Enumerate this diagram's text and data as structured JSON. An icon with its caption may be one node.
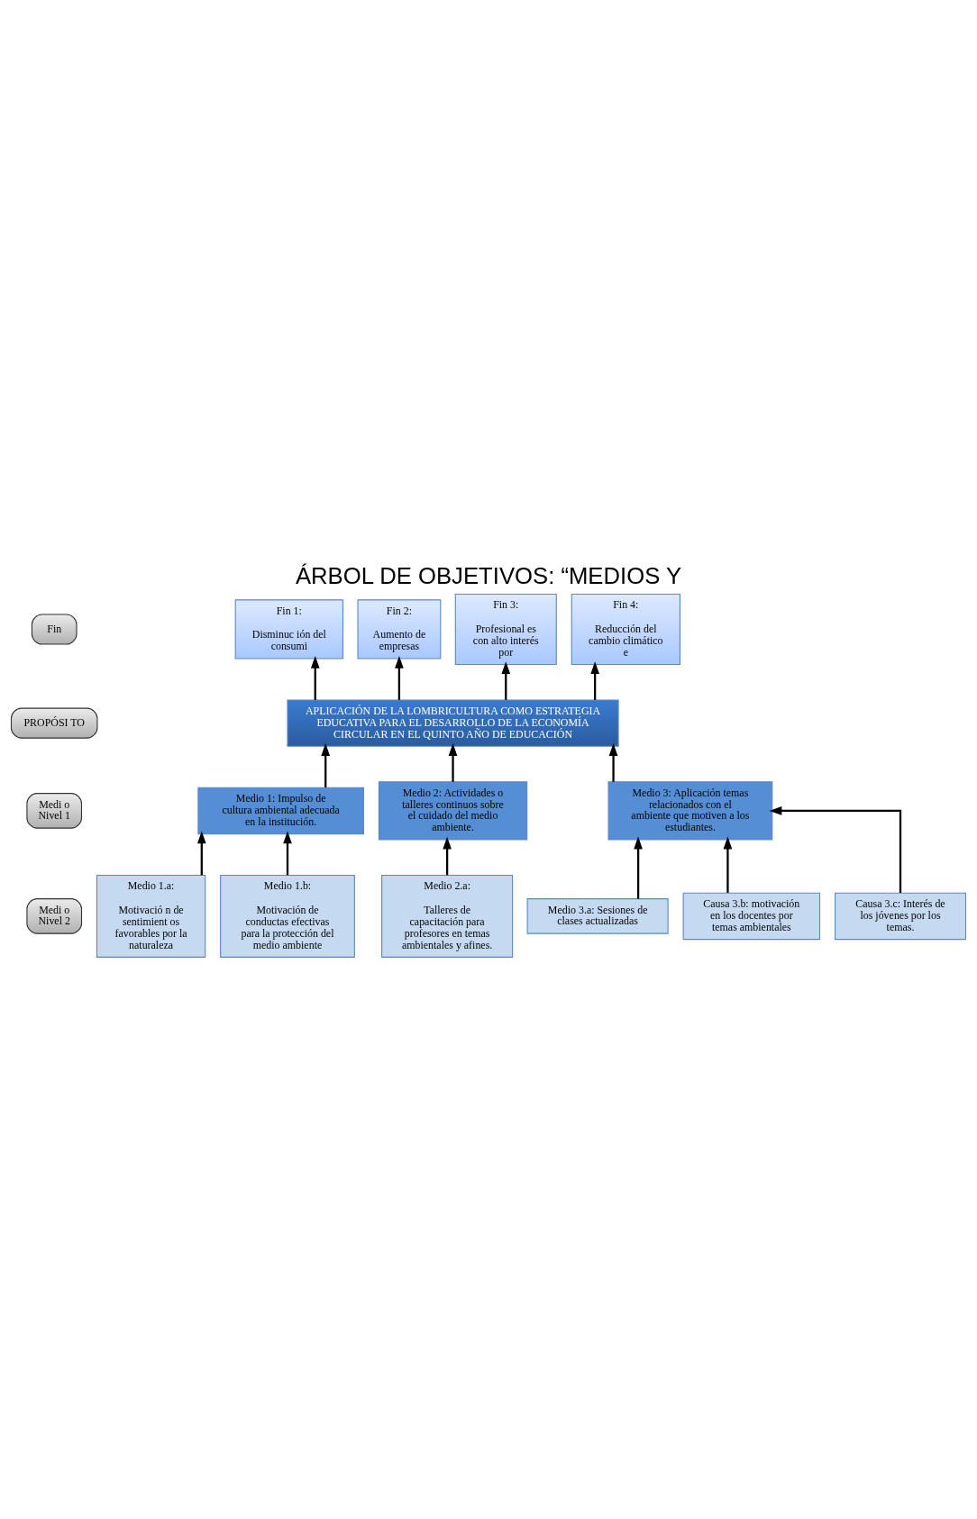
{
  "diagram": {
    "title": "ÁRBOL DE OBJETIVOS: “MEDIOS Y",
    "nodes": [
      {
        "text": [
          "Fin"
        ]
      },
      {
        "text": [
          "Fin 1:",
          "Disminuc ión del consumi"
        ]
      },
      {
        "text": [
          "Fin 2:",
          "Aumento de empresas"
        ]
      },
      {
        "text": [
          "Fin 3:",
          "Profesional es con alto interés por"
        ]
      },
      {
        "text": [
          "Fin 4:",
          "Reducción del cambio climático e"
        ]
      },
      {
        "text": [
          "PROPÓSI TO"
        ]
      },
      {
        "text": [
          "APLICACIÓN DE LA LOMBRICULTURA COMO ESTRATEGIA EDUCATIVA PARA EL DESARROLLO DE LA ECONOMÍA CIRCULAR EN EL QUINTO AÑO DE EDUCACIÓN"
        ]
      },
      {
        "text": [
          "Medi o Nivel 1"
        ]
      },
      {
        "text": [
          "Medio 1: Impulso de cultura ambiental adecuada en la institución."
        ]
      },
      {
        "text": [
          "Medio 2: Actividades o talleres continuos sobre el cuidado del medio ambiente."
        ]
      },
      {
        "text": [
          "Medio 3: Aplicación temas relacionados con el ambiente que motiven a los estudiantes."
        ]
      },
      {
        "text": [
          "Medi o Nivel 2"
        ]
      },
      {
        "text": [
          "Medio 1.a:",
          "Motivació n de sentimient os favorables por la naturaleza"
        ]
      },
      {
        "text": [
          "Medio 1.b:",
          "Motivación de conductas efectivas para la protección del medio ambiente"
        ]
      },
      {
        "text": [
          "Medio 2.a:",
          "Talleres de capacitación para profesores en temas ambientales y afines."
        ]
      },
      {
        "text": [
          "Medio 3.a: Sesiones de clases actualizadas"
        ]
      },
      {
        "text": [
          "Causa 3.b: motivación en los docentes por temas ambientales"
        ]
      },
      {
        "text": [
          "Causa 3.c: Interés de los jóvenes por los temas."
        ]
      }
    ],
    "edges": [
      {
        "from": 6,
        "to": 1,
        "arrow": "to"
      },
      {
        "from": 6,
        "to": 2,
        "arrow": "to"
      },
      {
        "from": 6,
        "to": 3,
        "arrow": "to"
      },
      {
        "from": 6,
        "to": 4,
        "arrow": "to"
      },
      {
        "from": 8,
        "to": 6,
        "arrow": "to"
      },
      {
        "from": 9,
        "to": 6,
        "arrow": "to"
      },
      {
        "from": 10,
        "to": 6,
        "arrow": "to"
      },
      {
        "from": 12,
        "to": 8,
        "arrow": "to"
      },
      {
        "from": 13,
        "to": 8,
        "arrow": "to"
      },
      {
        "from": 14,
        "to": 9,
        "arrow": "to"
      },
      {
        "from": 15,
        "to": 10,
        "arrow": "to"
      },
      {
        "from": 16,
        "to": 10,
        "arrow": "to"
      },
      {
        "from": 17,
        "to": 10,
        "arrow": "to"
      }
    ]
  }
}
